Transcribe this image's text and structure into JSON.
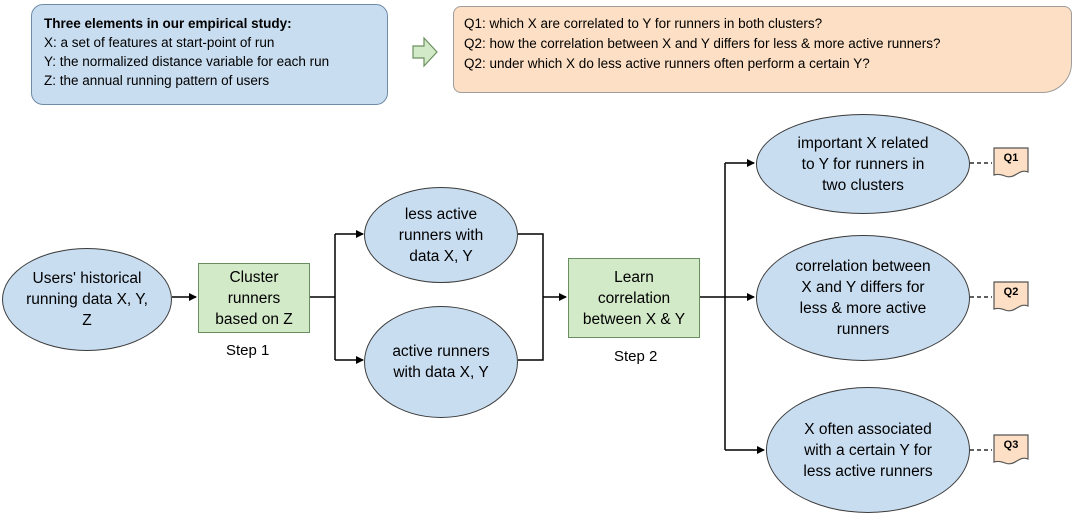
{
  "info": {
    "heading": "Three elements in our empirical study:",
    "lines": [
      "X: a set of features at start-point of run",
      "Y: the normalized distance variable for each run",
      "Z: the annual running pattern of users"
    ]
  },
  "questions": [
    "Q1: which X are correlated to Y for runners in both clusters?",
    "Q2: how the correlation between X and Y differs for less & more active runners?",
    "Q2: under which X do less active runners often perform a certain Y?"
  ],
  "nodes": {
    "historical": "Users' historical running data X, Y, Z",
    "cluster": "Cluster runners based on Z",
    "less_active": "less active runners with data X, Y",
    "active": "active runners with data X, Y",
    "learn": "Learn correlation between X & Y",
    "q1_node": "important X related to Y for runners in two clusters",
    "q2_node": "correlation between X and Y differs for less & more active runners",
    "q3_node": "X often associated with a certain Y for less active runners"
  },
  "steps": {
    "step1": "Step 1",
    "step2": "Step 2"
  },
  "tags": {
    "q1": "Q1",
    "q2": "Q2",
    "q3": "Q3"
  },
  "colors": {
    "ellipse_fill": "#c9ddf0",
    "rect_fill": "#d3eac9",
    "question_fill": "#fcdfc4",
    "arrow_fill": "#d3eac9"
  }
}
